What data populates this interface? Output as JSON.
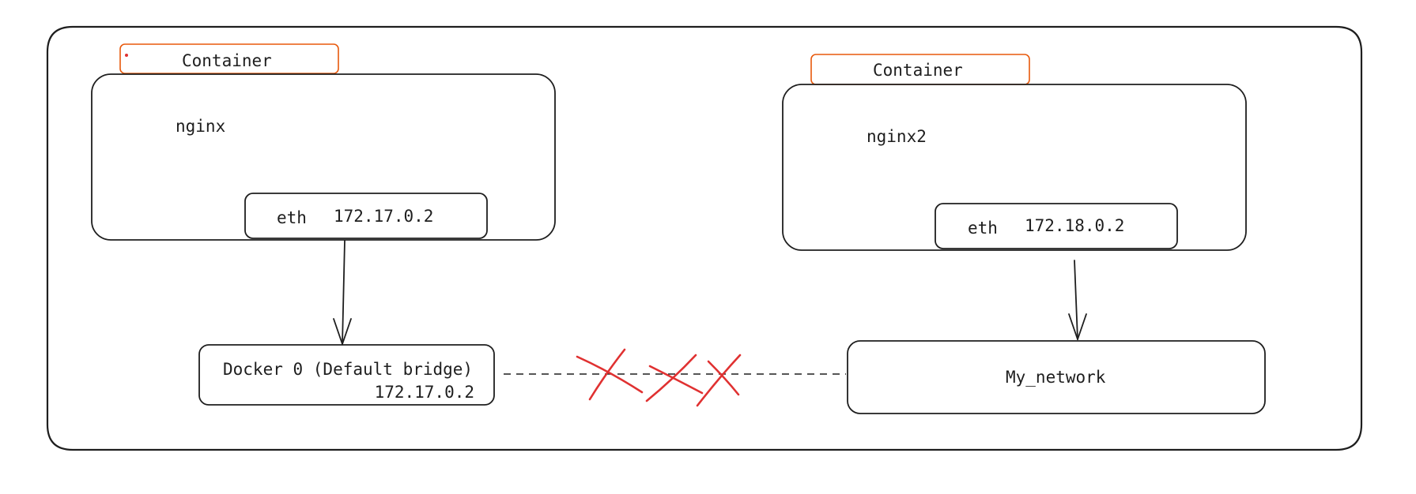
{
  "container_left": {
    "tag": "Container",
    "name": "nginx",
    "eth_label": "eth",
    "ip": "172.17.0.2"
  },
  "container_right": {
    "tag": "Container",
    "name": "nginx2",
    "eth_label": "eth",
    "ip": "172.18.0.2"
  },
  "bridge": {
    "name": "Docker 0 (Default bridge)",
    "ip": "172.17.0.2"
  },
  "network": {
    "name": "My_network"
  },
  "colors": {
    "stroke": "#1e1e1e",
    "tag_border": "#e8590c",
    "cross": "#e03131"
  }
}
